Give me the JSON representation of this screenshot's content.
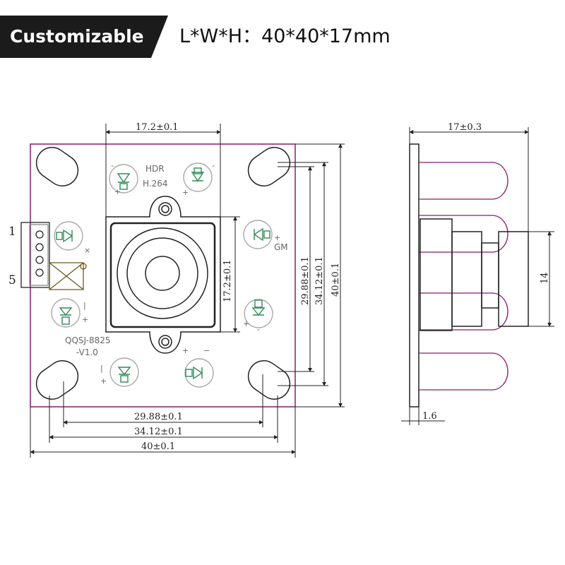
{
  "header": {
    "badge_label": "Customizable",
    "dimensions_text": "L*W*H：40*40*17mm"
  },
  "front_view": {
    "silk_hdr": "HDR",
    "silk_codec": "H.264",
    "silk_model": "QQSJ-8825",
    "silk_version": "-V1.0",
    "silk_gm": "GM",
    "connector_pin_first": "1",
    "connector_pin_last": "5",
    "dims": {
      "top_lens_width": "17.2±0.1",
      "lens_height": "17.2±0.1",
      "vert_hole_inner": "29.88±0.1",
      "vert_hole_outer": "34.12±0.1",
      "vert_board": "40±0.1",
      "horiz_hole_inner": "29.88±0.1",
      "horiz_hole_outer": "34.12±0.1",
      "horiz_board": "40±0.1"
    }
  },
  "side_view": {
    "dims": {
      "height": "17±0.3",
      "lens_barrel": "14",
      "board_thickness": "1.6"
    }
  },
  "colors": {
    "board_outline": "#8a1a6e",
    "led_ring": "#2e8b57",
    "lens_outline": "#222222"
  }
}
